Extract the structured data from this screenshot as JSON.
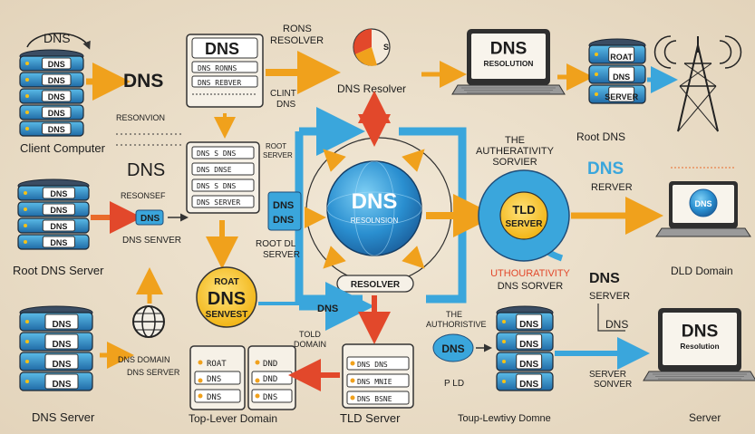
{
  "title_top_left": "DNS",
  "labels": {
    "client_computer": "Client Computer",
    "dns_banner": "DNS",
    "resolution_left": "RESONVION",
    "dns_left_mid": "DNS",
    "resolver_left_mid": "RESONSEF",
    "root_dns_server": "Root DNS Server",
    "dns_server_mid": "DNS SENVER",
    "dns_server_bottom": "DNS Server",
    "dns_domain_small": "DNS DOMAIN",
    "dns_server_small": "DNS SERVER",
    "top_level_domain": "Top-Lever Domain",
    "tld_server_label": "TLD Server",
    "tld_domain": "TOLD\nDOMAIN",
    "rons_resolver": "RONS\nRESOLVER",
    "dns_resolver": "DNS Resolver",
    "client_dns": "CLINT\nDNS",
    "root_server_small": "ROOT\nSERVER",
    "root_tld_server": "ROOT DL\nSERVER",
    "root_dns_box_1": "ROAT",
    "root_dns_box_2": "DNS",
    "root_dns_box_3": "SENVEST",
    "dns_resolution_center": "DNS",
    "dns_resolution_center_sub": "RESOLNSION",
    "resolver_pill": "RESOLVER",
    "dns_under_pill": "DNS",
    "the_authoritative": "THE\nAUTHERATIVITY\nSORVIER",
    "tld_server_circle_1": "TLD",
    "tld_server_circle_2": "SERVER",
    "authoritative_dns_server": "UTHOURATIVITY\nDNS SORVER",
    "the_authoritive": "THE\nAUTHORISTIVE",
    "dns_bubble": "DNS",
    "p_ld": "P LD",
    "toup_level_domain": "Toup-Lewtivy Domne",
    "root_dns": "Root DNS",
    "dns_rerver": "DNS\nRERVER",
    "dld_domain": "DLD Domain",
    "dns_server_right": "DNS\nSERVER",
    "dns_right_small": "DNS",
    "server_sorvey": "SERVER\nSONVER",
    "server_label": "Server",
    "tower": "",
    "laptop_top": "DNS\nRESOLUTION",
    "laptop_bottom": "DNS\nResolution",
    "laptop_right_mid": "DNS"
  },
  "server_stacks": {
    "client": [
      "DNS",
      "DNS",
      "DNS",
      "DNS",
      "DNS"
    ],
    "root_left": [
      "DNS",
      "DNS",
      "DNS",
      "DNS"
    ],
    "bottom_left": [
      "DNS",
      "DNS",
      "DNS",
      "DNS"
    ],
    "root_right": [
      "ROAT",
      "DNS",
      "SERVER"
    ],
    "bottom_right": [
      "DNS",
      "DNS",
      "DNS",
      "DNS"
    ]
  },
  "top_box": {
    "title": "DNS",
    "rows": [
      "DNS RONNS",
      "DNS REBVER"
    ]
  },
  "left_mid_box": {
    "rows": [
      "DNS S DNS",
      "DNS DNSE",
      "DNS S DNS",
      "DNS SERVER"
    ]
  },
  "dns_dns_box": [
    "DNS",
    "DNS"
  ],
  "bottom_mid_box_left": {
    "rows": [
      "ROAT",
      "DNS",
      "DNS"
    ]
  },
  "bottom_mid_box_right": {
    "rows": [
      "DND",
      "DND",
      "DNS"
    ]
  },
  "tld_box": {
    "rows": [
      "DNS DNS",
      "DNS MNIE",
      "DNS BSNE"
    ]
  },
  "colors": {
    "accent_orange": "#f0a11c",
    "accent_blue": "#3aa6dc",
    "dark_blue": "#1f6aa5",
    "red_arrow": "#e2482b",
    "yellow": "#f5c116",
    "server_dark": "#2b3a4d"
  }
}
